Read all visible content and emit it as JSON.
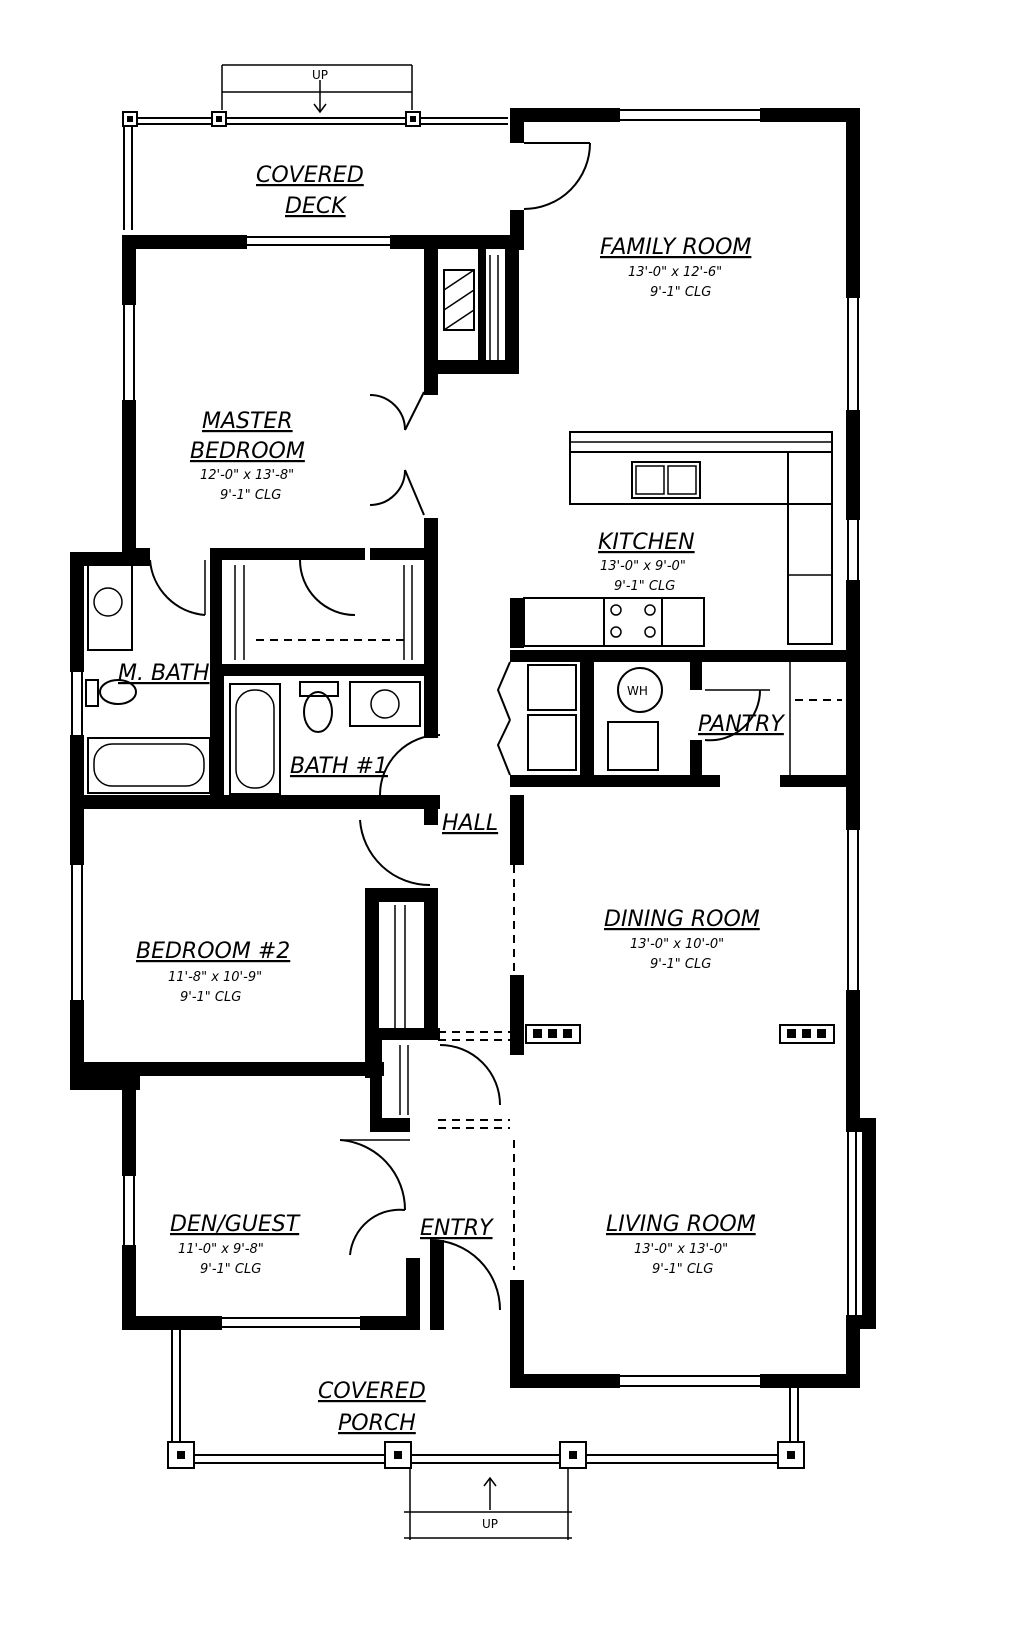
{
  "rooms": {
    "covered_deck": {
      "line1": "COVERED",
      "line2": "DECK"
    },
    "family_room": {
      "name": "FAMILY ROOM",
      "dims": "13'-0\" x 12'-6\"",
      "ceiling": "9'-1\" CLG"
    },
    "master_bedroom": {
      "line1": "MASTER",
      "line2": "BEDROOM",
      "dims": "12'-0\" x 13'-8\"",
      "ceiling": "9'-1\" CLG"
    },
    "kitchen": {
      "name": "KITCHEN",
      "dims": "13'-0\" x 9'-0\"",
      "ceiling": "9'-1\" CLG"
    },
    "m_bath": {
      "name": "M. BATH"
    },
    "bath1": {
      "name": "BATH #1"
    },
    "pantry": {
      "name": "PANTRY"
    },
    "hall": {
      "name": "HALL"
    },
    "bedroom2": {
      "name": "BEDROOM #2",
      "dims": "11'-8\" x 10'-9\"",
      "ceiling": "9'-1\" CLG"
    },
    "dining_room": {
      "name": "DINING ROOM",
      "dims": "13'-0\" x 10'-0\"",
      "ceiling": "9'-1\" CLG"
    },
    "den_guest": {
      "name": "DEN/GUEST",
      "dims": "11'-0\" x 9'-8\"",
      "ceiling": "9'-1\" CLG"
    },
    "entry": {
      "name": "ENTRY"
    },
    "living_room": {
      "name": "LIVING ROOM",
      "dims": "13'-0\" x 13'-0\"",
      "ceiling": "9'-1\" CLG"
    },
    "covered_porch": {
      "line1": "COVERED",
      "line2": "PORCH"
    }
  },
  "fixtures": {
    "water_heater": "WH"
  },
  "stairs": {
    "top_label": "UP",
    "bottom_label": "UP"
  }
}
